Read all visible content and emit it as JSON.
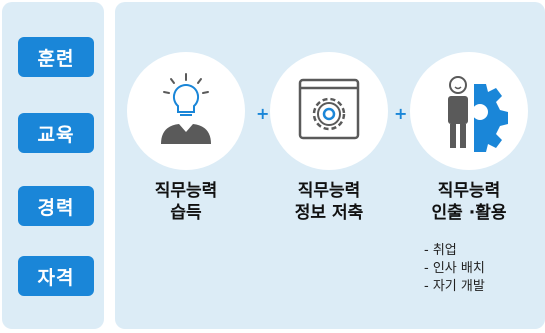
{
  "sidebar": {
    "items": [
      {
        "label": "훈련"
      },
      {
        "label": "교육"
      },
      {
        "label": "경력"
      },
      {
        "label": "자격"
      }
    ]
  },
  "steps": [
    {
      "line1": "직무능력",
      "line2": "습득",
      "icon": "lightbulb-person-icon"
    },
    {
      "line1": "직무능력",
      "line2": "정보 저축",
      "icon": "gear-window-icon"
    },
    {
      "line1": "직무능력",
      "line2": "인출 ·활용",
      "icon": "person-gear-icon"
    }
  ],
  "connectors": [
    "+",
    "+"
  ],
  "uses": [
    "- 취업",
    "- 인사 배치",
    "- 자기 개발"
  ],
  "colors": {
    "accent": "#1a86d8",
    "panel_bg": "#dcecf6",
    "icon_gray": "#5a5a5a"
  }
}
